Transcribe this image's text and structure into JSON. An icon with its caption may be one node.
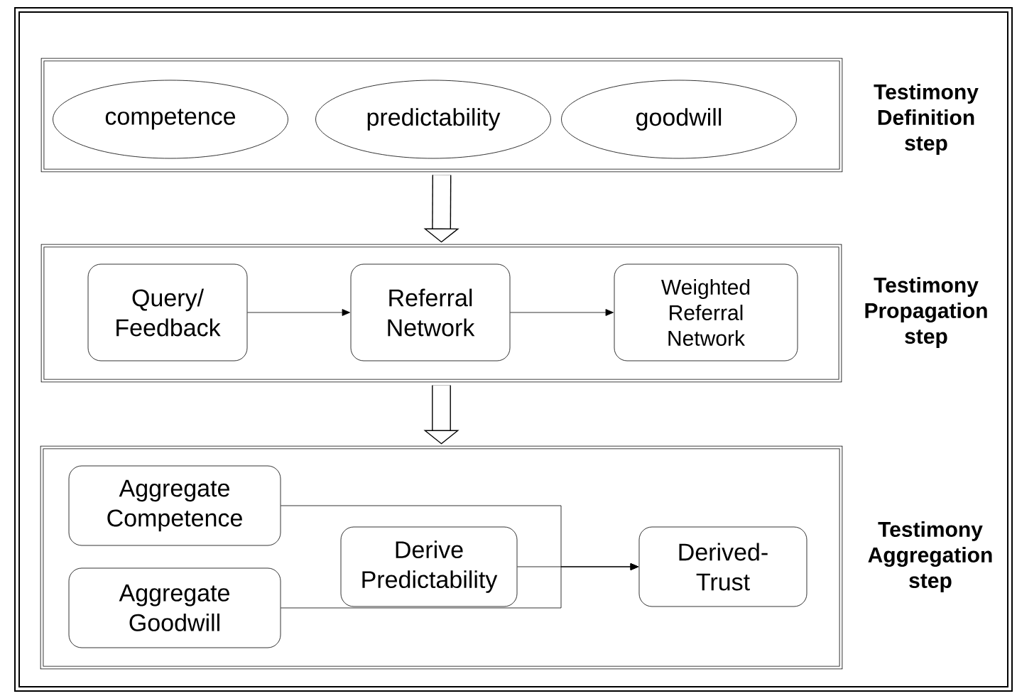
{
  "diagram": {
    "nodes": [
      {
        "text": [
          "Testimony Definition step"
        ]
      },
      {
        "text": [
          "competence"
        ],
        "in": 0
      },
      {
        "text": [
          "predictability"
        ],
        "in": 0
      },
      {
        "text": [
          "goodwill"
        ],
        "in": 0
      },
      {
        "text": [
          "Testimony Propagation step"
        ]
      },
      {
        "text": [
          "Query/ Feedback"
        ],
        "in": 4
      },
      {
        "text": [
          "Referral Network"
        ],
        "in": 4
      },
      {
        "text": [
          "Weighted Referral Network"
        ],
        "in": 4
      },
      {
        "text": [
          "Testimony Aggregation step"
        ]
      },
      {
        "text": [
          "Aggregate Competence"
        ],
        "in": 8
      },
      {
        "text": [
          "Aggregate Goodwill"
        ],
        "in": 8
      },
      {
        "text": [
          "Derive Predictability"
        ],
        "in": 8
      },
      {
        "text": [
          "Derived- Trust"
        ],
        "in": 8
      }
    ],
    "edges": [
      {
        "from": 0,
        "to": 4,
        "arrow": "to",
        "style": "thick"
      },
      {
        "from": 4,
        "to": 8,
        "arrow": "to",
        "style": "thick"
      },
      {
        "from": 5,
        "to": 6,
        "arrow": "to"
      },
      {
        "from": 6,
        "to": 7,
        "arrow": "to"
      },
      {
        "from": 9,
        "to": 12,
        "arrow": "to"
      },
      {
        "from": 10,
        "to": 12,
        "arrow": "to"
      },
      {
        "from": 11,
        "to": 12,
        "arrow": "to"
      }
    ]
  }
}
